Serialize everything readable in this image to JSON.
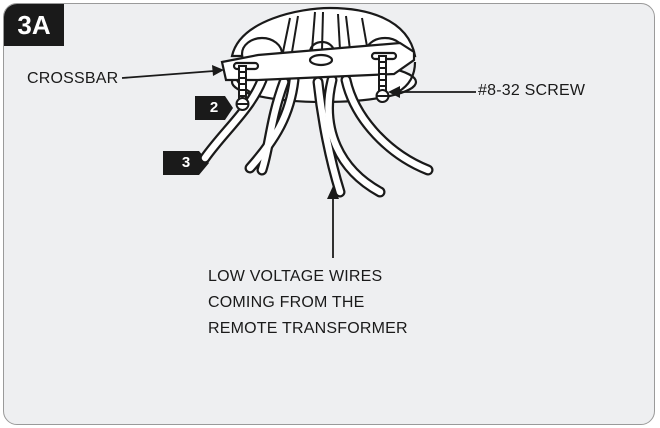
{
  "figure": {
    "label": "3A"
  },
  "callouts": {
    "crossbar": "CROSSBAR",
    "screw": "#8-32 SCREW",
    "wires": [
      "LOW VOLTAGE WIRES",
      "COMING FROM THE",
      "REMOTE TRANSFORMER"
    ]
  },
  "steps": {
    "two": "2",
    "three": "3"
  }
}
